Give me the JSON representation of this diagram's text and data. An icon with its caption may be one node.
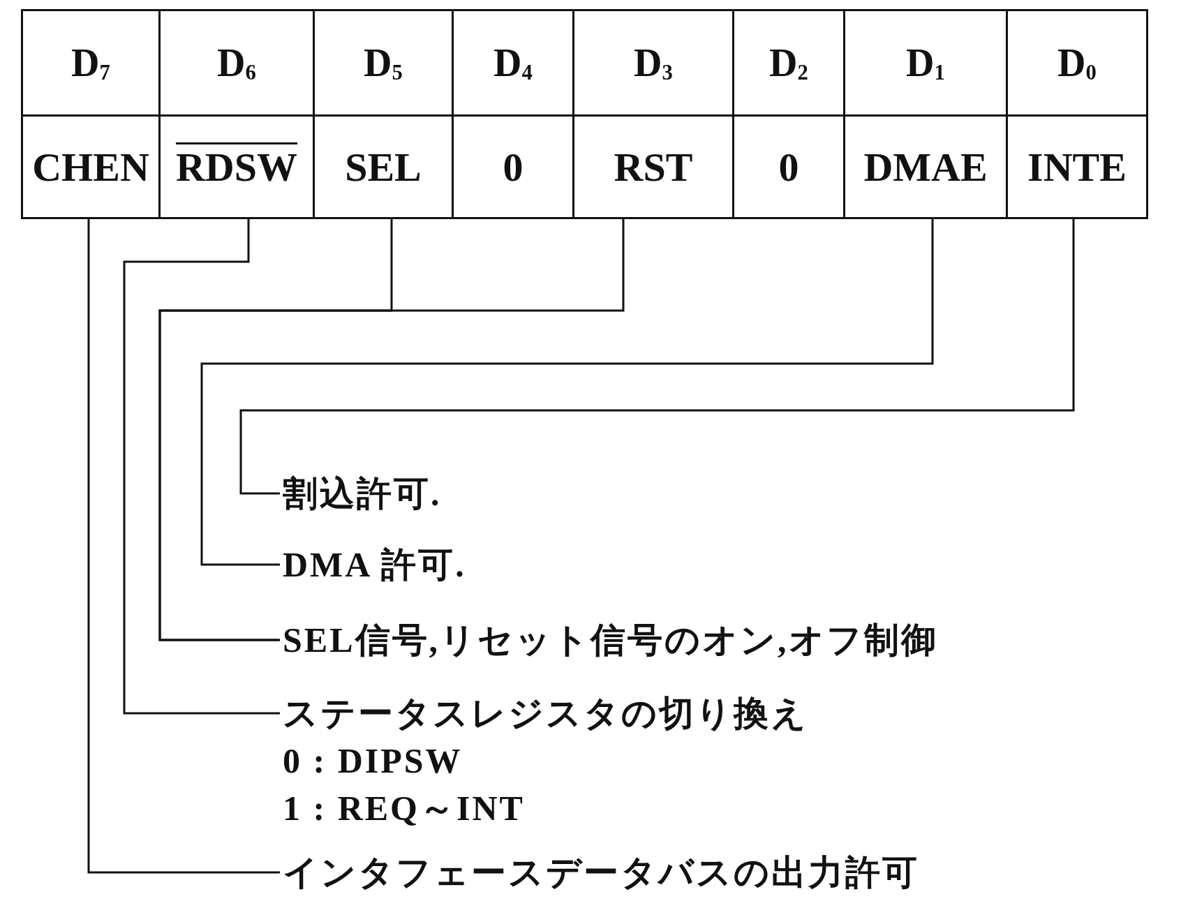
{
  "diagram": {
    "nodes": [
      {
        "text": [
          "D$_{7}$"
        ]
      },
      {
        "text": [
          "D$_{6}$"
        ]
      },
      {
        "text": [
          "D$_{5}$"
        ]
      },
      {
        "text": [
          "D$_{4}$"
        ]
      },
      {
        "text": [
          "D$_{3}$"
        ]
      },
      {
        "text": [
          "D$_{2}$"
        ]
      },
      {
        "text": [
          "D$_{1}$"
        ]
      },
      {
        "text": [
          "D$_{0}$"
        ]
      },
      {
        "text": [
          "CHEN"
        ]
      },
      {
        "text": [
          "RDSW"
        ]
      },
      {
        "text": [
          "SEL"
        ]
      },
      {
        "text": [
          "0"
        ]
      },
      {
        "text": [
          "RST"
        ]
      },
      {
        "text": [
          "0"
        ]
      },
      {
        "text": [
          "DMAE"
        ]
      },
      {
        "text": [
          "INTE"
        ]
      },
      {
        "text": [
          "割込許可."
        ]
      },
      {
        "text": [
          "DMA 許可."
        ]
      },
      {
        "text": [
          "SEL信号,リセット信号のオン,オフ制御"
        ]
      },
      {
        "text": [
          "ステータスレジスタの切り換え",
          "0 : DIPSW",
          "1 : REQ～INT"
        ]
      },
      {
        "text": [
          "インタフェースデータバスの出力許可"
        ]
      }
    ],
    "edges": [
      {
        "from": 15,
        "to": 16,
        "arrow": "none"
      },
      {
        "from": 14,
        "to": 17,
        "arrow": "none"
      },
      {
        "from": 10,
        "to": 18,
        "arrow": "none"
      },
      {
        "from": 12,
        "to": 18,
        "arrow": "none"
      },
      {
        "from": 9,
        "to": 19,
        "arrow": "none"
      },
      {
        "from": 8,
        "to": 20,
        "arrow": "none"
      }
    ]
  }
}
